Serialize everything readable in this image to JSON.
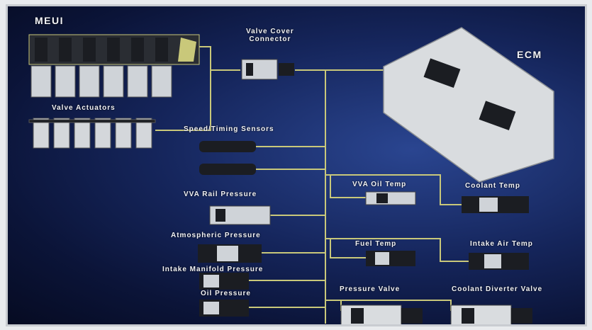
{
  "labels": {
    "meui": "MEUI",
    "ecm": "ECM",
    "valve_cover_connector": "Valve Cover\nConnector",
    "valve_actuators": "Valve Actuators",
    "speed_timing": "Speed/Timing Sensors",
    "vva_rail": "VVA Rail Pressure",
    "atmospheric": "Atmospheric Pressure",
    "intake_manifold": "Intake Manifold Pressure",
    "oil_pressure": "Oil Pressure",
    "vva_oil_temp": "VVA Oil Temp",
    "coolant_temp": "Coolant Temp",
    "fuel_temp": "Fuel Temp",
    "intake_air_temp": "Intake Air Temp",
    "pressure_valve": "Pressure Valve",
    "coolant_diverter": "Coolant Diverter Valve"
  },
  "colors": {
    "wire": "#c9c87a",
    "component_light": "#d9dcdf",
    "component_dark": "#1b1d22",
    "background": "#13245a"
  }
}
